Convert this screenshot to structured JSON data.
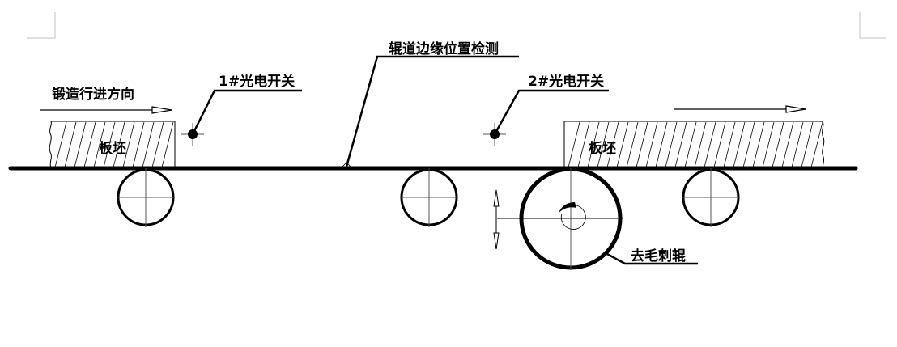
{
  "diagram": {
    "labels": {
      "forging_direction": "锻造行进方向",
      "photo_switch_1": "1#光电开关",
      "roller_edge_detection": "辊道边缘位置检测",
      "photo_switch_2": "2#光电开关",
      "slab_left": "板坯",
      "slab_right": "板坯",
      "deburring_roller": "去毛刺辊"
    },
    "colors": {
      "line": "#000000",
      "center_line": "#555555",
      "page_mark": "#c0c0c0"
    }
  }
}
